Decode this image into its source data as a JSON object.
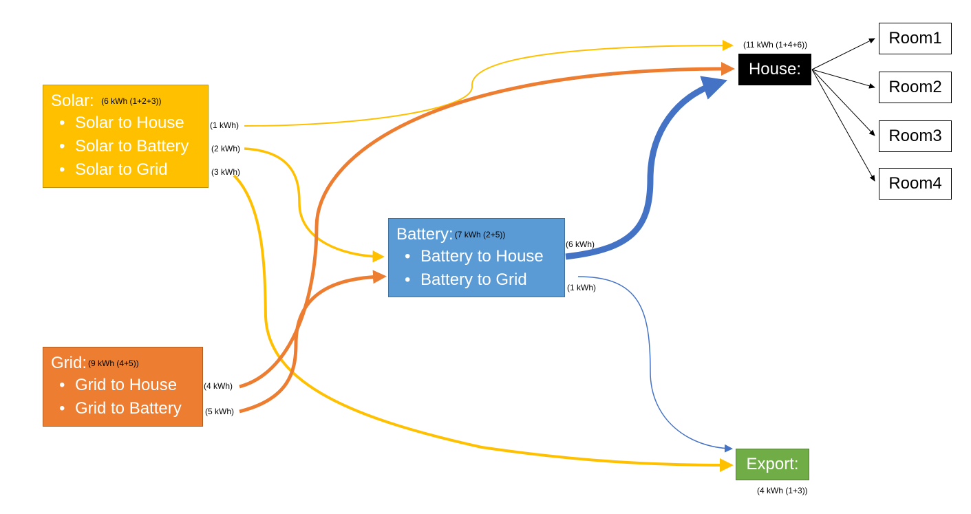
{
  "colors": {
    "solar": "#FFC000",
    "grid": "#ED7D31",
    "battery": "#5B9BD5",
    "battery_flow": "#4472C4",
    "house": "#000000",
    "export": "#70AD47"
  },
  "solar": {
    "title": "Solar:",
    "total": "(6 kWh (1+2+3))",
    "items": [
      {
        "label": "Solar to House",
        "amount": "(1 kWh)"
      },
      {
        "label": "Solar to Battery",
        "amount": "(2 kWh)"
      },
      {
        "label": "Solar to Grid",
        "amount": "(3 kWh)"
      }
    ]
  },
  "grid": {
    "title": "Grid:",
    "total": "(9 kWh (4+5))",
    "items": [
      {
        "label": "Grid to House",
        "amount": "(4 kWh)"
      },
      {
        "label": "Grid to Battery",
        "amount": "(5 kWh)"
      }
    ]
  },
  "battery": {
    "title": "Battery:",
    "total": "(7 kWh (2+5))",
    "items": [
      {
        "label": "Battery to House",
        "amount": "(6 kWh)"
      },
      {
        "label": "Battery to Grid",
        "amount": "(1 kWh)"
      }
    ]
  },
  "house": {
    "title": "House:",
    "total": "(11 kWh (1+4+6))"
  },
  "export": {
    "title": "Export:",
    "total": "(4 kWh (1+3))"
  },
  "rooms": [
    "Room1",
    "Room2",
    "Room3",
    "Room4"
  ],
  "bullet": "•"
}
